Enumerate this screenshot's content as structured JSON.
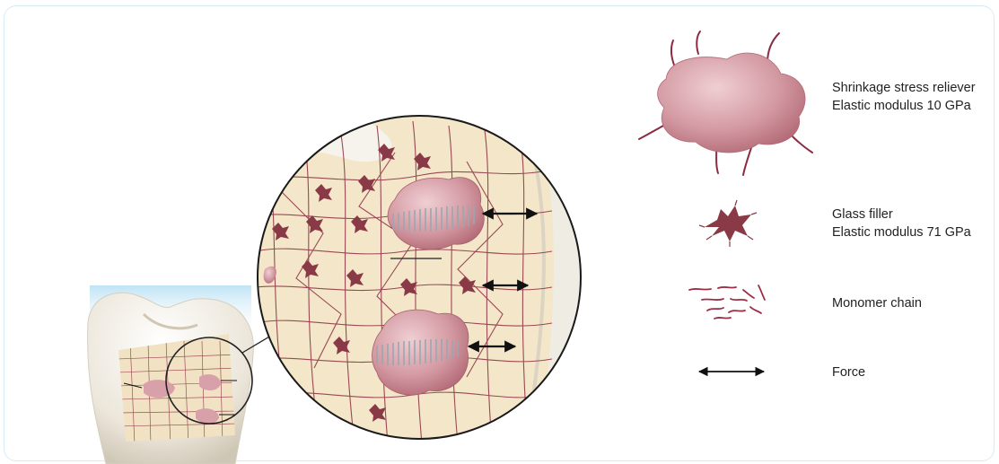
{
  "legend": {
    "stress_reliever": {
      "line1": "Shrinkage stress reliever",
      "line2": "Elastic modulus 10 GPa",
      "icon": "shrinkage-stress-reliever-particle",
      "color": "#c98a93"
    },
    "glass_filler": {
      "line1": "Glass filler",
      "line2": "Elastic modulus 71 GPa",
      "icon": "glass-filler-particle",
      "color": "#8a3a47"
    },
    "monomer": {
      "line1": "Monomer chain",
      "icon": "monomer-chain-strands",
      "color": "#9a2f45"
    },
    "force": {
      "line1": "Force",
      "icon": "double-arrow",
      "color": "#111111"
    }
  },
  "colors": {
    "frame_border": "#d6ecf7",
    "matrix_fill": "#f3e6c9",
    "network_line": "#8b2c40",
    "reliever_fill": "#d8a0a8",
    "tooth_enamel": "#f4f1ea"
  }
}
